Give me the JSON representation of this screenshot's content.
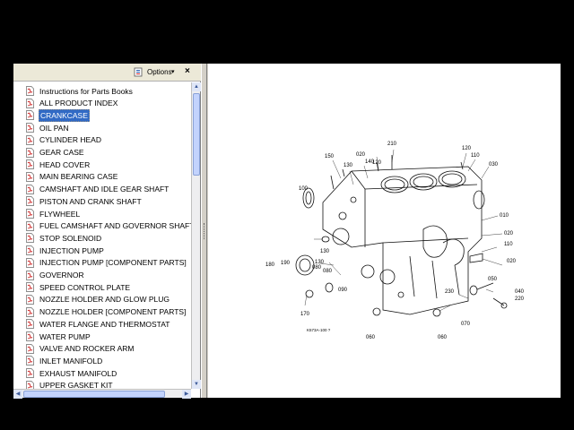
{
  "toolbar": {
    "options_label": "Options",
    "options_caret": "▾",
    "close_glyph": "×"
  },
  "bookmarks": {
    "items": [
      {
        "label": "Instructions for Parts Books",
        "selected": false
      },
      {
        "label": "ALL PRODUCT INDEX",
        "selected": false
      },
      {
        "label": "CRANKCASE",
        "selected": true
      },
      {
        "label": "OIL PAN",
        "selected": false
      },
      {
        "label": "CYLINDER HEAD",
        "selected": false
      },
      {
        "label": "GEAR CASE",
        "selected": false
      },
      {
        "label": "HEAD COVER",
        "selected": false
      },
      {
        "label": "MAIN BEARING CASE",
        "selected": false
      },
      {
        "label": "CAMSHAFT AND IDLE GEAR SHAFT",
        "selected": false
      },
      {
        "label": "PISTON AND CRANK SHAFT",
        "selected": false
      },
      {
        "label": "FLYWHEEL",
        "selected": false
      },
      {
        "label": "FUEL CAMSHAFT AND GOVERNOR SHAFT",
        "selected": false
      },
      {
        "label": "STOP SOLENOID",
        "selected": false
      },
      {
        "label": "INJECTION PUMP",
        "selected": false
      },
      {
        "label": "INJECTION PUMP [COMPONENT PARTS]",
        "selected": false
      },
      {
        "label": "GOVERNOR",
        "selected": false
      },
      {
        "label": "SPEED CONTROL PLATE",
        "selected": false
      },
      {
        "label": "NOZZLE HOLDER AND GLOW PLUG",
        "selected": false
      },
      {
        "label": "NOZZLE HOLDER [COMPONENT PARTS]",
        "selected": false
      },
      {
        "label": "WATER FLANGE AND THERMOSTAT",
        "selected": false
      },
      {
        "label": "WATER PUMP",
        "selected": false
      },
      {
        "label": "VALVE AND ROCKER ARM",
        "selected": false
      },
      {
        "label": "INLET MANIFOLD",
        "selected": false
      },
      {
        "label": "EXHAUST MANIFOLD",
        "selected": false
      },
      {
        "label": "UPPER GASKET KIT",
        "selected": false
      }
    ],
    "icon": "pdf-bookmark-icon"
  },
  "diagram": {
    "callouts": [
      "210",
      "120",
      "150",
      "130",
      "020",
      "140",
      "120",
      "110",
      "030",
      "100",
      "010",
      "020",
      "190",
      "130",
      "080",
      "110",
      "180",
      "130",
      "080",
      "090",
      "020",
      "040",
      "050",
      "230",
      "220",
      "170",
      "070",
      "060",
      "060"
    ],
    "figure_code": "K573A-100 ?"
  },
  "colors": {
    "selected_bg": "#316ac5",
    "icon_red": "#cc2222",
    "panel_bg": "#ffffff",
    "toolbar_bg": "#ece9d8"
  }
}
